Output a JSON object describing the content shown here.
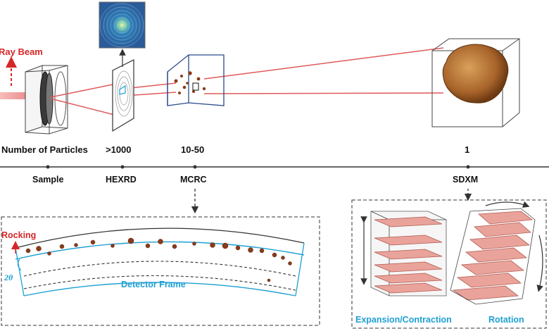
{
  "beam_label": "Ray Beam",
  "number_label": "Number of Particles",
  "techniques": [
    {
      "count": ">1000",
      "name": "HEXRD"
    },
    {
      "count": "10-50",
      "name": "MCRC"
    },
    {
      "count": "1",
      "name": "SDXM"
    }
  ],
  "sample_label": "Sample",
  "rocking_label": "Rocking",
  "two_theta_label": "2θ",
  "detector_frame_label": "Detector Frame",
  "expansion_label": "Expansion/Contraction",
  "rotation_label": "Rotation",
  "colors": {
    "beam_red": "#d62728",
    "beam_line": "#e05a5a",
    "cyan": "#1ea0d2",
    "particle": "#8a3a1a",
    "crystal_face": "#e9a39a",
    "crystal_edge": "#b05a52"
  }
}
